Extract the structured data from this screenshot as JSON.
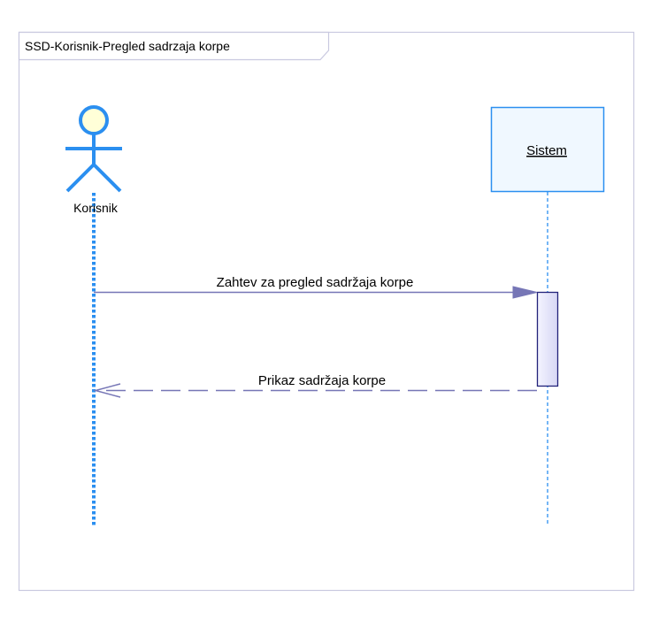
{
  "diagram": {
    "frame_title": "SSD-Korisnik-Pregled sadrzaja korpe",
    "actor": {
      "name": "Korisnik"
    },
    "system": {
      "name": "Sistem"
    },
    "messages": [
      {
        "label": "Zahtev za pregled sadržaja korpe"
      },
      {
        "label": "Prikaz sadržaja korpe"
      }
    ]
  },
  "colors": {
    "frame_border": "#c9c9e0",
    "lifeline_blue": "#2b8ff0",
    "actor_head_fill": "#ffffd8",
    "system_fill": "#f0f8ff",
    "activation_fill": "#e2e2f8",
    "activation_border": "#22227a",
    "message_line": "#7676b6"
  }
}
